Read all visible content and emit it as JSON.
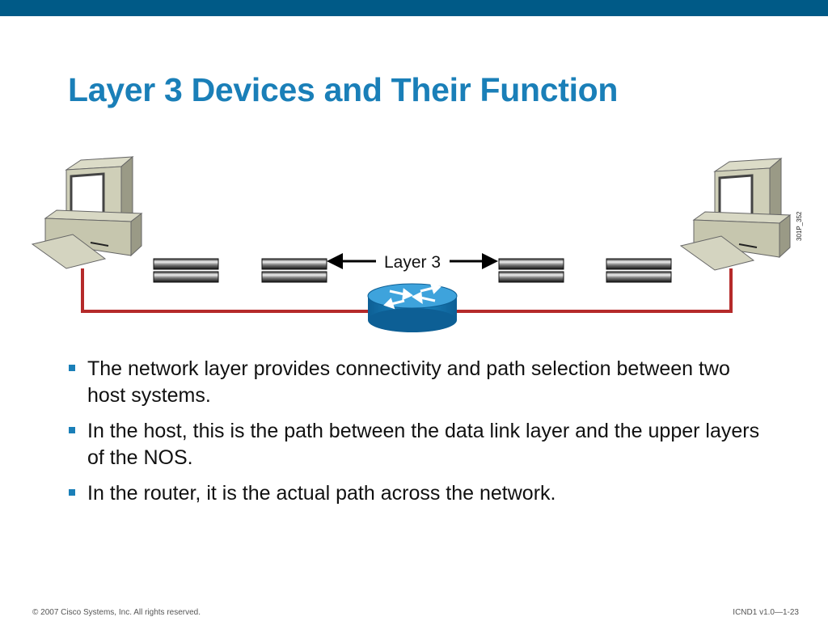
{
  "slide": {
    "title": "Layer 3 Devices and Their Function",
    "bullets": [
      "The network layer provides connectivity and path selection between two host systems.",
      "In the host, this is the path between the data link layer and the upper layers of the NOS.",
      "In the router, it is the actual path across the network."
    ],
    "footer_left": "© 2007 Cisco Systems, Inc. All rights reserved.",
    "footer_right": "ICND1 v1.0—1-23"
  },
  "diagram": {
    "layer_label": "Layer 3",
    "figure_id": "301P_352",
    "icons": [
      "pc-icon",
      "packet-icon",
      "router-icon",
      "arrow-left-icon",
      "arrow-right-icon"
    ]
  },
  "colors": {
    "top_bar": "#005a87",
    "title": "#1a7fb8",
    "link": "#b52a2a",
    "router": "#1e8cc8"
  }
}
